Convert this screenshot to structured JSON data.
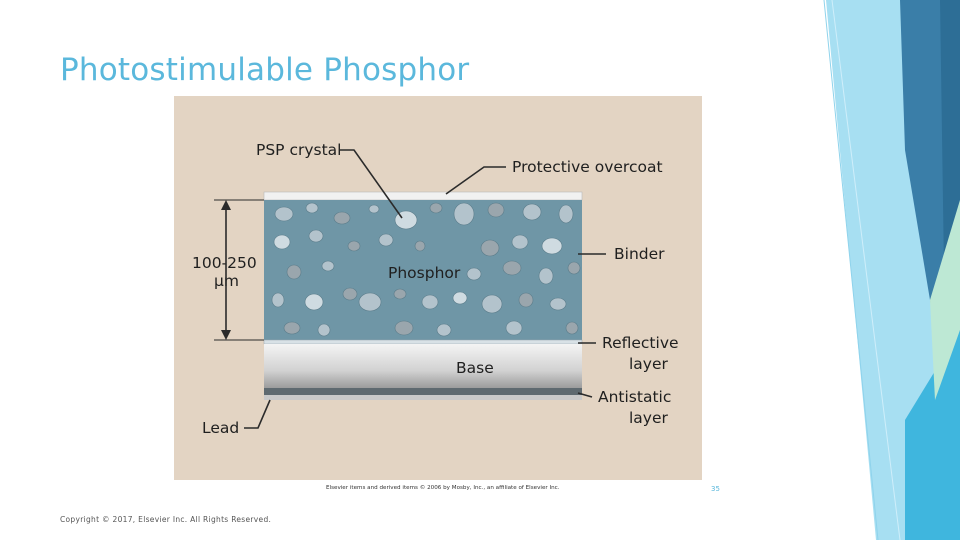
{
  "slide": {
    "title": "Photostimulable Phosphor",
    "credit": "Elsevier items and derived items © 2006 by Mosby, Inc., an affiliate of Elsevier Inc.",
    "page_number": "35",
    "copyright": "Copyright © 2017, Elsevier Inc. All Rights Reserved."
  },
  "diagram": {
    "labels": {
      "psp_crystal": "PSP crystal",
      "protective_overcoat": "Protective overcoat",
      "binder": "Binder",
      "phosphor": "Phosphor",
      "thickness_value": "100-250",
      "thickness_unit": "µm",
      "reflective_line1": "Reflective",
      "reflective_line2": "layer",
      "base": "Base",
      "antistatic_line1": "Antistatic",
      "antistatic_line2": "layer",
      "lead": "Lead"
    },
    "colors": {
      "background": "#e3d4c3",
      "phosphor_layer": "#6f96a6",
      "crystal": "#b3c3cc",
      "overcoat": "#f1f1f1",
      "base_light": "#f2f2f2",
      "base_dark": "#a7a7a7"
    }
  },
  "theme": {
    "accent": "#5bb8dc",
    "decoration_colors": [
      "#2d6e96",
      "#3f8ab5",
      "#8fd3ec",
      "#3fb6de",
      "#b9e6f4"
    ]
  }
}
